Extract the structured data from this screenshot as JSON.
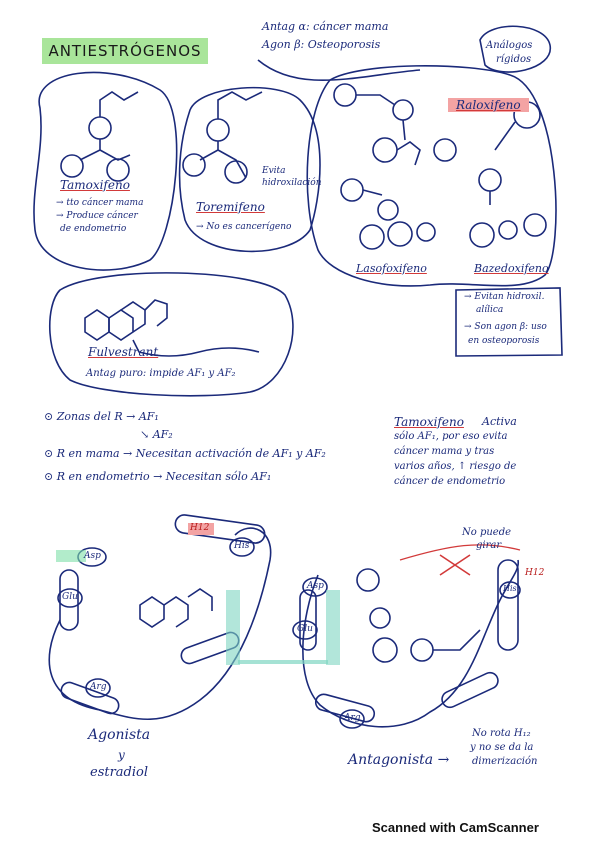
{
  "title": "ANTIESTRÓGENOS",
  "header_notes": [
    "Antag α: cáncer mama",
    "Agon β: Osteoporosis"
  ],
  "rigid_tag": [
    "Análogos",
    "rígidos"
  ],
  "tamoxifeno": {
    "name": "Tamoxifeno",
    "notes": [
      "→ tto cáncer mama",
      "→ Produce cáncer",
      "de endometrio"
    ]
  },
  "toremifeno": {
    "name": "Toremifeno",
    "side": [
      "Evita",
      "hidroxilación"
    ],
    "notes": [
      "→ No es cancerígeno"
    ]
  },
  "raloxifeno": {
    "name": "Raloxifeno"
  },
  "lasofoxifeno": {
    "name": "Lasofoxifeno"
  },
  "bazedoxifeno": {
    "name": "Bazedoxifeno"
  },
  "side_notes": [
    "→ Evitan hidroxil.",
    "alílica",
    "→ Son agon β: uso",
    "en osteoporosis"
  ],
  "fulvestrant": {
    "name": "Fulvestrant",
    "note": "Antag puro: impide AF₁ y AF₂"
  },
  "zones": [
    "⊙ Zonas del R → AF₁",
    "↘ AF₂",
    "⊙ R en mama → Necesitan activación de AF₁ y AF₂",
    "⊙ R en endometrio → Necesitan sólo AF₁"
  ],
  "tamox_note": {
    "name": "Tamoxifeno",
    "lines": [
      "Activa",
      "sólo AF₁, por eso evita",
      "cáncer mama y tras",
      "varios años, ↑ riesgo de",
      "cáncer de endometrio"
    ]
  },
  "diagram": {
    "residues": [
      "Asp",
      "Glu",
      "Arg",
      "His",
      "H12"
    ],
    "agonist_label": [
      "Agonista",
      "y",
      "estradiol"
    ],
    "antagonist_label": "Antagonista →",
    "no_rota": [
      "No rota H₁₂",
      "y no se da la",
      "dimerización"
    ],
    "no_puede": [
      "No puede",
      "girar"
    ]
  },
  "footer": "Scanned with CamScanner"
}
